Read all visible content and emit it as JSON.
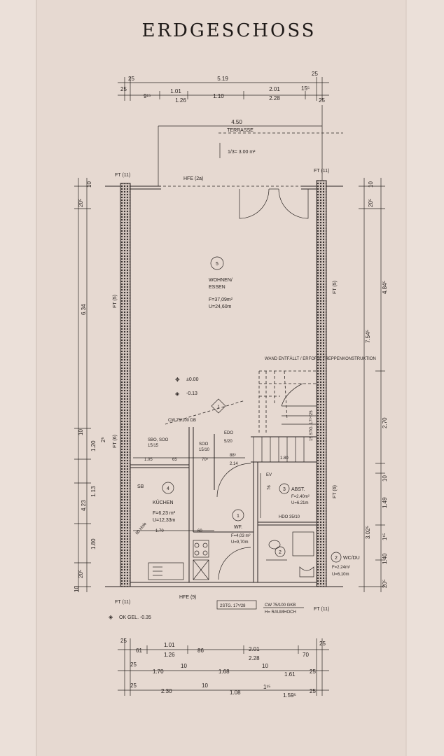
{
  "title": "ERDGESCHOSS",
  "top_dims": {
    "row1": [
      "25",
      "5.19",
      "25"
    ],
    "row2": [
      "25",
      "9¹⁵",
      "1.01",
      "1.26",
      "1.10",
      "2.01",
      "2.28",
      "15⁵",
      "25"
    ]
  },
  "terrace": {
    "width": "4.50",
    "label": "TERRASSE",
    "area": "1/3= 3.00 m²"
  },
  "markers": {
    "ft_top_left": "FT (11)",
    "ft_top_right": "FT (11)",
    "hfe_top": "HFE (2a)",
    "ft_left_mid": "FT (5)",
    "ft_right_mid": "FT (5)",
    "ft_left_low": "FT (6)",
    "ft_right_low": "FT (6)",
    "ft_bottom_left": "FT (11)",
    "ft_bottom_right": "FT (11)",
    "hfe_bottom": "HFE (9)"
  },
  "rooms": {
    "living": {
      "num": "5",
      "name1": "WOHNEN/",
      "name2": "ESSEN",
      "area": "F=37,09m²",
      "perimeter": "U=24,60m"
    },
    "kitchen": {
      "num": "4",
      "name": "KÜCHEN",
      "area": "F=6,23 m²",
      "perimeter": "U=12,33m"
    },
    "hall": {
      "num": "1",
      "name": "WF.",
      "area": "F=4,03 m²",
      "perimeter": "U=9,70m"
    },
    "storage": {
      "num": "3",
      "name": "ABST.",
      "area": "F=2.40m²",
      "perimeter": "U=6.21m"
    },
    "wc": {
      "num": "2",
      "name": "WC/DU",
      "area": "F=2.24m²",
      "perimeter": "U=6,10m"
    }
  },
  "levels": {
    "floor": "±0.00",
    "entry": "-0.13",
    "ok": "OK GEL. -0.35"
  },
  "stair_note": "15 STG. 17²⁴/25",
  "stair_label": "1",
  "notes": {
    "stair_top": "WAND ENTFÄLLT / ERFORD. TREPPENKONSTRUKTION",
    "door1": "CW 75/100 GKB",
    "door2": "H= RAUMHOCH",
    "steps": "2STG. 17⁵/28",
    "sbo": "SBO, SOO",
    "sbo2": "15/15",
    "soo": "SOO",
    "soo2": "15/10",
    "edo": "EDO",
    "edo2": "5/20",
    "ev": "EV",
    "hdo": "HDO 35/10",
    "sb": "SB",
    "cw1": "CW 75/100 DB",
    "hole": "60 Hole"
  },
  "left_dims": [
    "10",
    "20⁵",
    "6.34",
    "10",
    "1.20",
    "2⁵",
    "1.13",
    "4.23",
    "1.80",
    "10",
    "20⁵"
  ],
  "right_dims": [
    "10",
    "20⁵",
    "4.84⁵",
    "7.54⁵",
    "2.70",
    "10",
    "1.49",
    "3.02⁵",
    "1¹⁵",
    "1.40",
    "20⁵"
  ],
  "interior_dims": [
    "1.05",
    "65",
    "70⁵",
    "88⁵",
    "2.14",
    "1.70",
    "60",
    "1.80",
    "76"
  ],
  "bottom_dims": {
    "row1": [
      "25",
      "61",
      "1.01",
      "1.26",
      "86",
      "2.01",
      "2.28",
      "70",
      "25"
    ],
    "row2": [
      "25",
      "1.70",
      "10",
      "1.68",
      "10",
      "1.61",
      "25"
    ],
    "row3": [
      "25",
      "2.30",
      "10",
      "1.08",
      "1¹⁵",
      "1.59⁵",
      "25"
    ]
  }
}
